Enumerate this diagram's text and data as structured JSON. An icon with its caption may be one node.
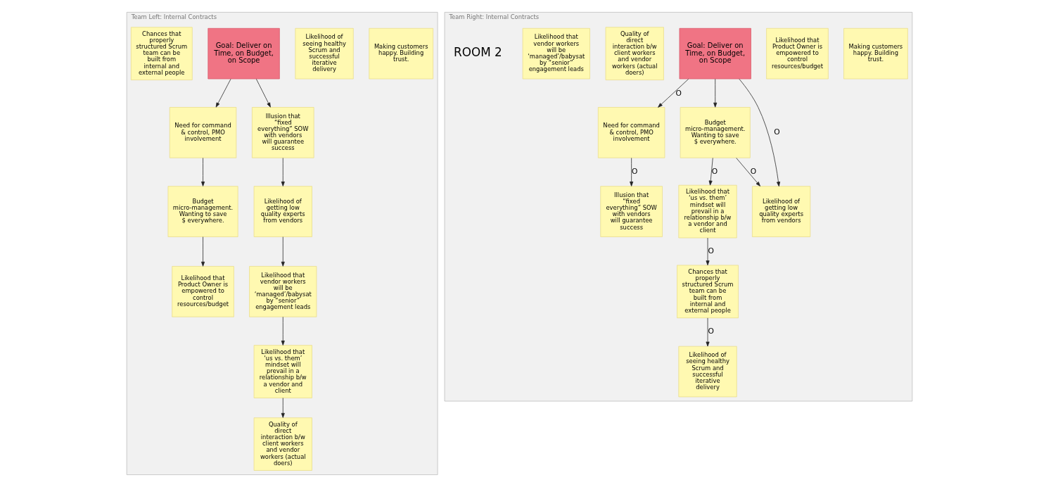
{
  "diagram": {
    "nodes": [
      {
        "text": [
          "Team Left: Internal Contracts"
        ]
      },
      {
        "text": [
          "Making customers happy. Building trust."
        ],
        "in": 0
      },
      {
        "text": [
          "Need for command & control, PMO involvement"
        ],
        "in": 0
      },
      {
        "text": [
          "Budget micro-management. Wanting to save $ everywhere."
        ],
        "in": 0
      },
      {
        "text": [
          "Likelihood that Product Owner is empowered to control resources/budget"
        ],
        "in": 0
      },
      {
        "text": [
          "Likelihood of seeing healthy Scrum and successful iterative delivery"
        ],
        "in": 0
      },
      {
        "text": [
          "Goal: Deliver on Time, on Budget, on Scope"
        ],
        "in": 0
      },
      {
        "text": [
          "Illusion that “fixed everything” SOW with vendors will guarantee success"
        ],
        "in": 0
      },
      {
        "text": [
          "Chances that properly structured Scrum team can be built from internal and external people"
        ],
        "in": 0
      },
      {
        "text": [
          "Likelihood that ‘us vs. them’ mindset will prevail in a relationship b/w a vendor and client"
        ],
        "in": 0
      },
      {
        "text": [
          "Likelihood of getting low quality experts from vendors"
        ],
        "in": 0
      },
      {
        "text": [
          "Quality of direct interaction b/w client workers and vendor workers (actual doers)"
        ],
        "in": 0
      },
      {
        "text": [
          "Likelihood that vendor workers will be ‘managed’/babysat by “senior” engagement leads"
        ],
        "in": 0
      },
      {
        "text": [
          "Team Right: Internal Contracts"
        ]
      },
      {
        "text": [
          "Making customers happy. Building trust."
        ],
        "in": 13
      },
      {
        "text": [
          "Need for command & control, PMO involvement"
        ],
        "in": 13
      },
      {
        "text": [
          "Likelihood that Product Owner is empowered to control resources/budget"
        ],
        "in": 13
      },
      {
        "text": [
          "Illusion that “fixed everything” SOW with vendors will guarantee success"
        ],
        "in": 13
      },
      {
        "text": [
          "Likelihood of seeing healthy Scrum and successful iterative delivery"
        ],
        "in": 13
      },
      {
        "text": [
          "Goal: Deliver on Time, on Budget, on Scope"
        ],
        "in": 13
      },
      {
        "text": [
          "Likelihood that ‘us vs. them’ mindset will prevail in a relationship b/w a vendor and client"
        ],
        "in": 13
      },
      {
        "text": [
          "Budget micro-management. Wanting to save $ everywhere."
        ],
        "in": 13
      },
      {
        "text": [
          "Chances that properly structured Scrum team can be built from internal and external people"
        ],
        "in": 13
      },
      {
        "text": [
          "Likelihood of getting low quality experts from vendors"
        ],
        "in": 13
      },
      {
        "text": [
          "Quality of direct interaction b/w client workers and vendor workers (actual doers)"
        ],
        "in": 13
      },
      {
        "text": [
          "Likelihood that vendor workers will be ‘managed’/babysat by “senior” engagement leads"
        ],
        "in": 13
      }
    ],
    "edges": [
      {
        "from": 6,
        "to": 2,
        "arrow": "to"
      },
      {
        "from": 2,
        "to": 3,
        "arrow": "to"
      },
      {
        "from": 3,
        "to": 4,
        "arrow": "to"
      },
      {
        "from": 6,
        "to": 7,
        "arrow": "to"
      },
      {
        "from": 7,
        "to": 10,
        "arrow": "to"
      },
      {
        "from": 10,
        "to": 12,
        "arrow": "to"
      },
      {
        "from": 12,
        "to": 9,
        "arrow": "to"
      },
      {
        "from": 9,
        "to": 11,
        "arrow": "to"
      },
      {
        "from": 19,
        "to": 15,
        "arrow": "to",
        "label": "O"
      },
      {
        "from": 15,
        "to": 17,
        "arrow": "to",
        "label": "O"
      },
      {
        "from": 19,
        "to": 21,
        "arrow": "to"
      },
      {
        "from": 19,
        "to": 23,
        "arrow": "to",
        "label": "O"
      },
      {
        "from": 21,
        "to": 23,
        "arrow": "to",
        "label": "O"
      },
      {
        "from": 21,
        "to": 20,
        "arrow": "to",
        "label": "O"
      },
      {
        "from": 20,
        "to": 22,
        "arrow": "to",
        "label": "O"
      },
      {
        "from": 22,
        "to": 18,
        "arrow": "to",
        "label": "O"
      }
    ],
    "labels": [
      "ROOM 2"
    ]
  }
}
